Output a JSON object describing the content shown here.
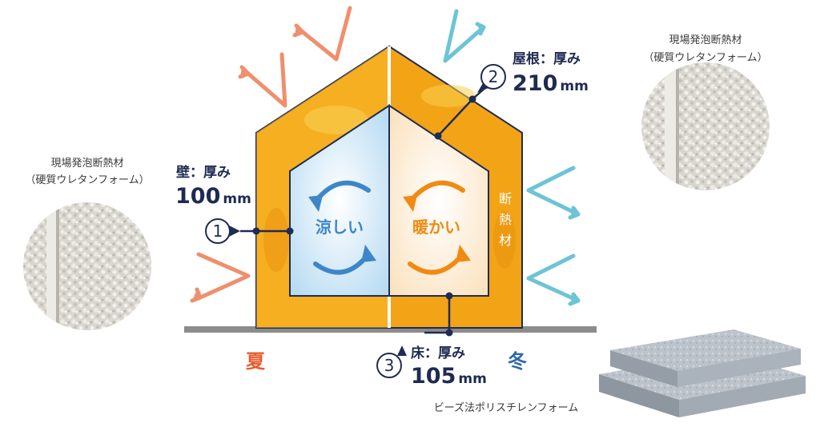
{
  "colors": {
    "insulation_orange": "#f3a416",
    "insulation_outline": "#1f2b55",
    "cool_room": "#cfe6f7",
    "warm_room": "#fdf2e1",
    "cool_arrow": "#3d86c9",
    "warm_arrow": "#f08a12",
    "summer_red": "#e85c2e",
    "winter_blue": "#2f6aa8",
    "heat_salmon": "#ef8f6d",
    "cold_cyan": "#6cc4d6",
    "ground": "#8c8c8c"
  },
  "foam_label_left": {
    "line1": "現場発泡断熱材",
    "line2": "（硬質ウレタンフォーム）"
  },
  "foam_label_right": {
    "line1": "現場発泡断熱材",
    "line2": "（硬質ウレタンフォーム）"
  },
  "callouts": {
    "wall": {
      "num": "1",
      "title": "壁：厚み",
      "value": "100",
      "unit": "mm"
    },
    "roof": {
      "num": "2",
      "title": "屋根：厚み",
      "value": "210",
      "unit": "mm"
    },
    "floor": {
      "num": "3",
      "title": "床：厚み",
      "value": "105",
      "unit": "mm"
    }
  },
  "rooms": {
    "cool": "涼しい",
    "warm": "暖かい"
  },
  "insulation_vertical": [
    "断",
    "熱",
    "材"
  ],
  "seasons": {
    "summer": "夏",
    "winter": "冬"
  },
  "board_label": "ビーズ法ポリスチレンフォーム",
  "icons": {
    "heat_arrows": "reflect-arrow-icon",
    "cycle_arrows": "circular-arrow-icon"
  }
}
